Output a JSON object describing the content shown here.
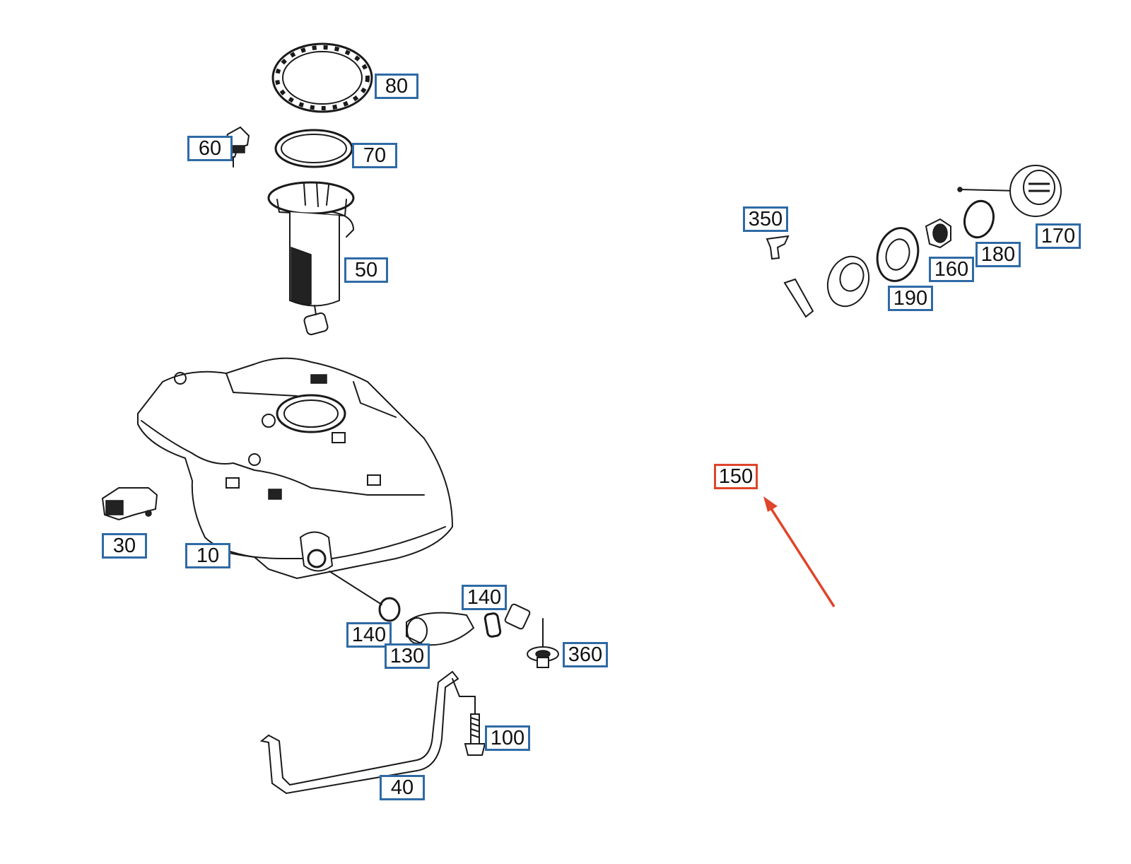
{
  "diagram": {
    "highlight_color": "#e0442a",
    "callout_border_color": "#2f6aa5",
    "callouts": [
      {
        "id": "c80",
        "label": "80"
      },
      {
        "id": "c60",
        "label": "60"
      },
      {
        "id": "c70",
        "label": "70"
      },
      {
        "id": "c50",
        "label": "50"
      },
      {
        "id": "c350",
        "label": "350"
      },
      {
        "id": "c170",
        "label": "170"
      },
      {
        "id": "c180",
        "label": "180"
      },
      {
        "id": "c160",
        "label": "160"
      },
      {
        "id": "c190",
        "label": "190"
      },
      {
        "id": "c150",
        "label": "150"
      },
      {
        "id": "c30",
        "label": "30"
      },
      {
        "id": "c10",
        "label": "10"
      },
      {
        "id": "c140a",
        "label": "140"
      },
      {
        "id": "c140b",
        "label": "140"
      },
      {
        "id": "c130",
        "label": "130"
      },
      {
        "id": "c360",
        "label": "360"
      },
      {
        "id": "c100",
        "label": "100"
      },
      {
        "id": "c40",
        "label": "40"
      }
    ]
  }
}
